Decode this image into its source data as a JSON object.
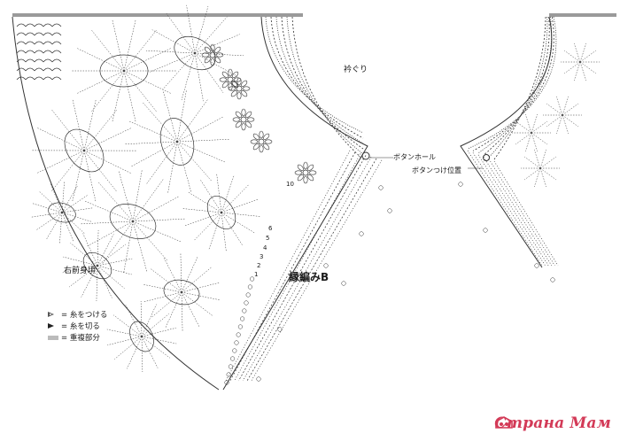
{
  "labels": {
    "neckline": "衿ぐり",
    "buttonhole": "ボタンホール",
    "button_position": "ボタンつけ位置",
    "body_part": "右前身頃",
    "edging": "縁編みB",
    "count_10": "10",
    "count_6": "6",
    "count_5": "5",
    "count_4": "4",
    "count_3": "3",
    "count_2": "2",
    "count_1": "1"
  },
  "legend": [
    {
      "icon": "open-triangle-icon",
      "text": "= 糸をつける"
    },
    {
      "icon": "solid-triangle-icon",
      "text": "= 糸を切る"
    },
    {
      "icon": "gray-bar-icon",
      "text": "= 重複部分"
    }
  ],
  "watermark": "Страна Мам",
  "colors": {
    "line": "#333333",
    "top_bar": "#9a9a9a",
    "watermark": "#d33a57"
  }
}
